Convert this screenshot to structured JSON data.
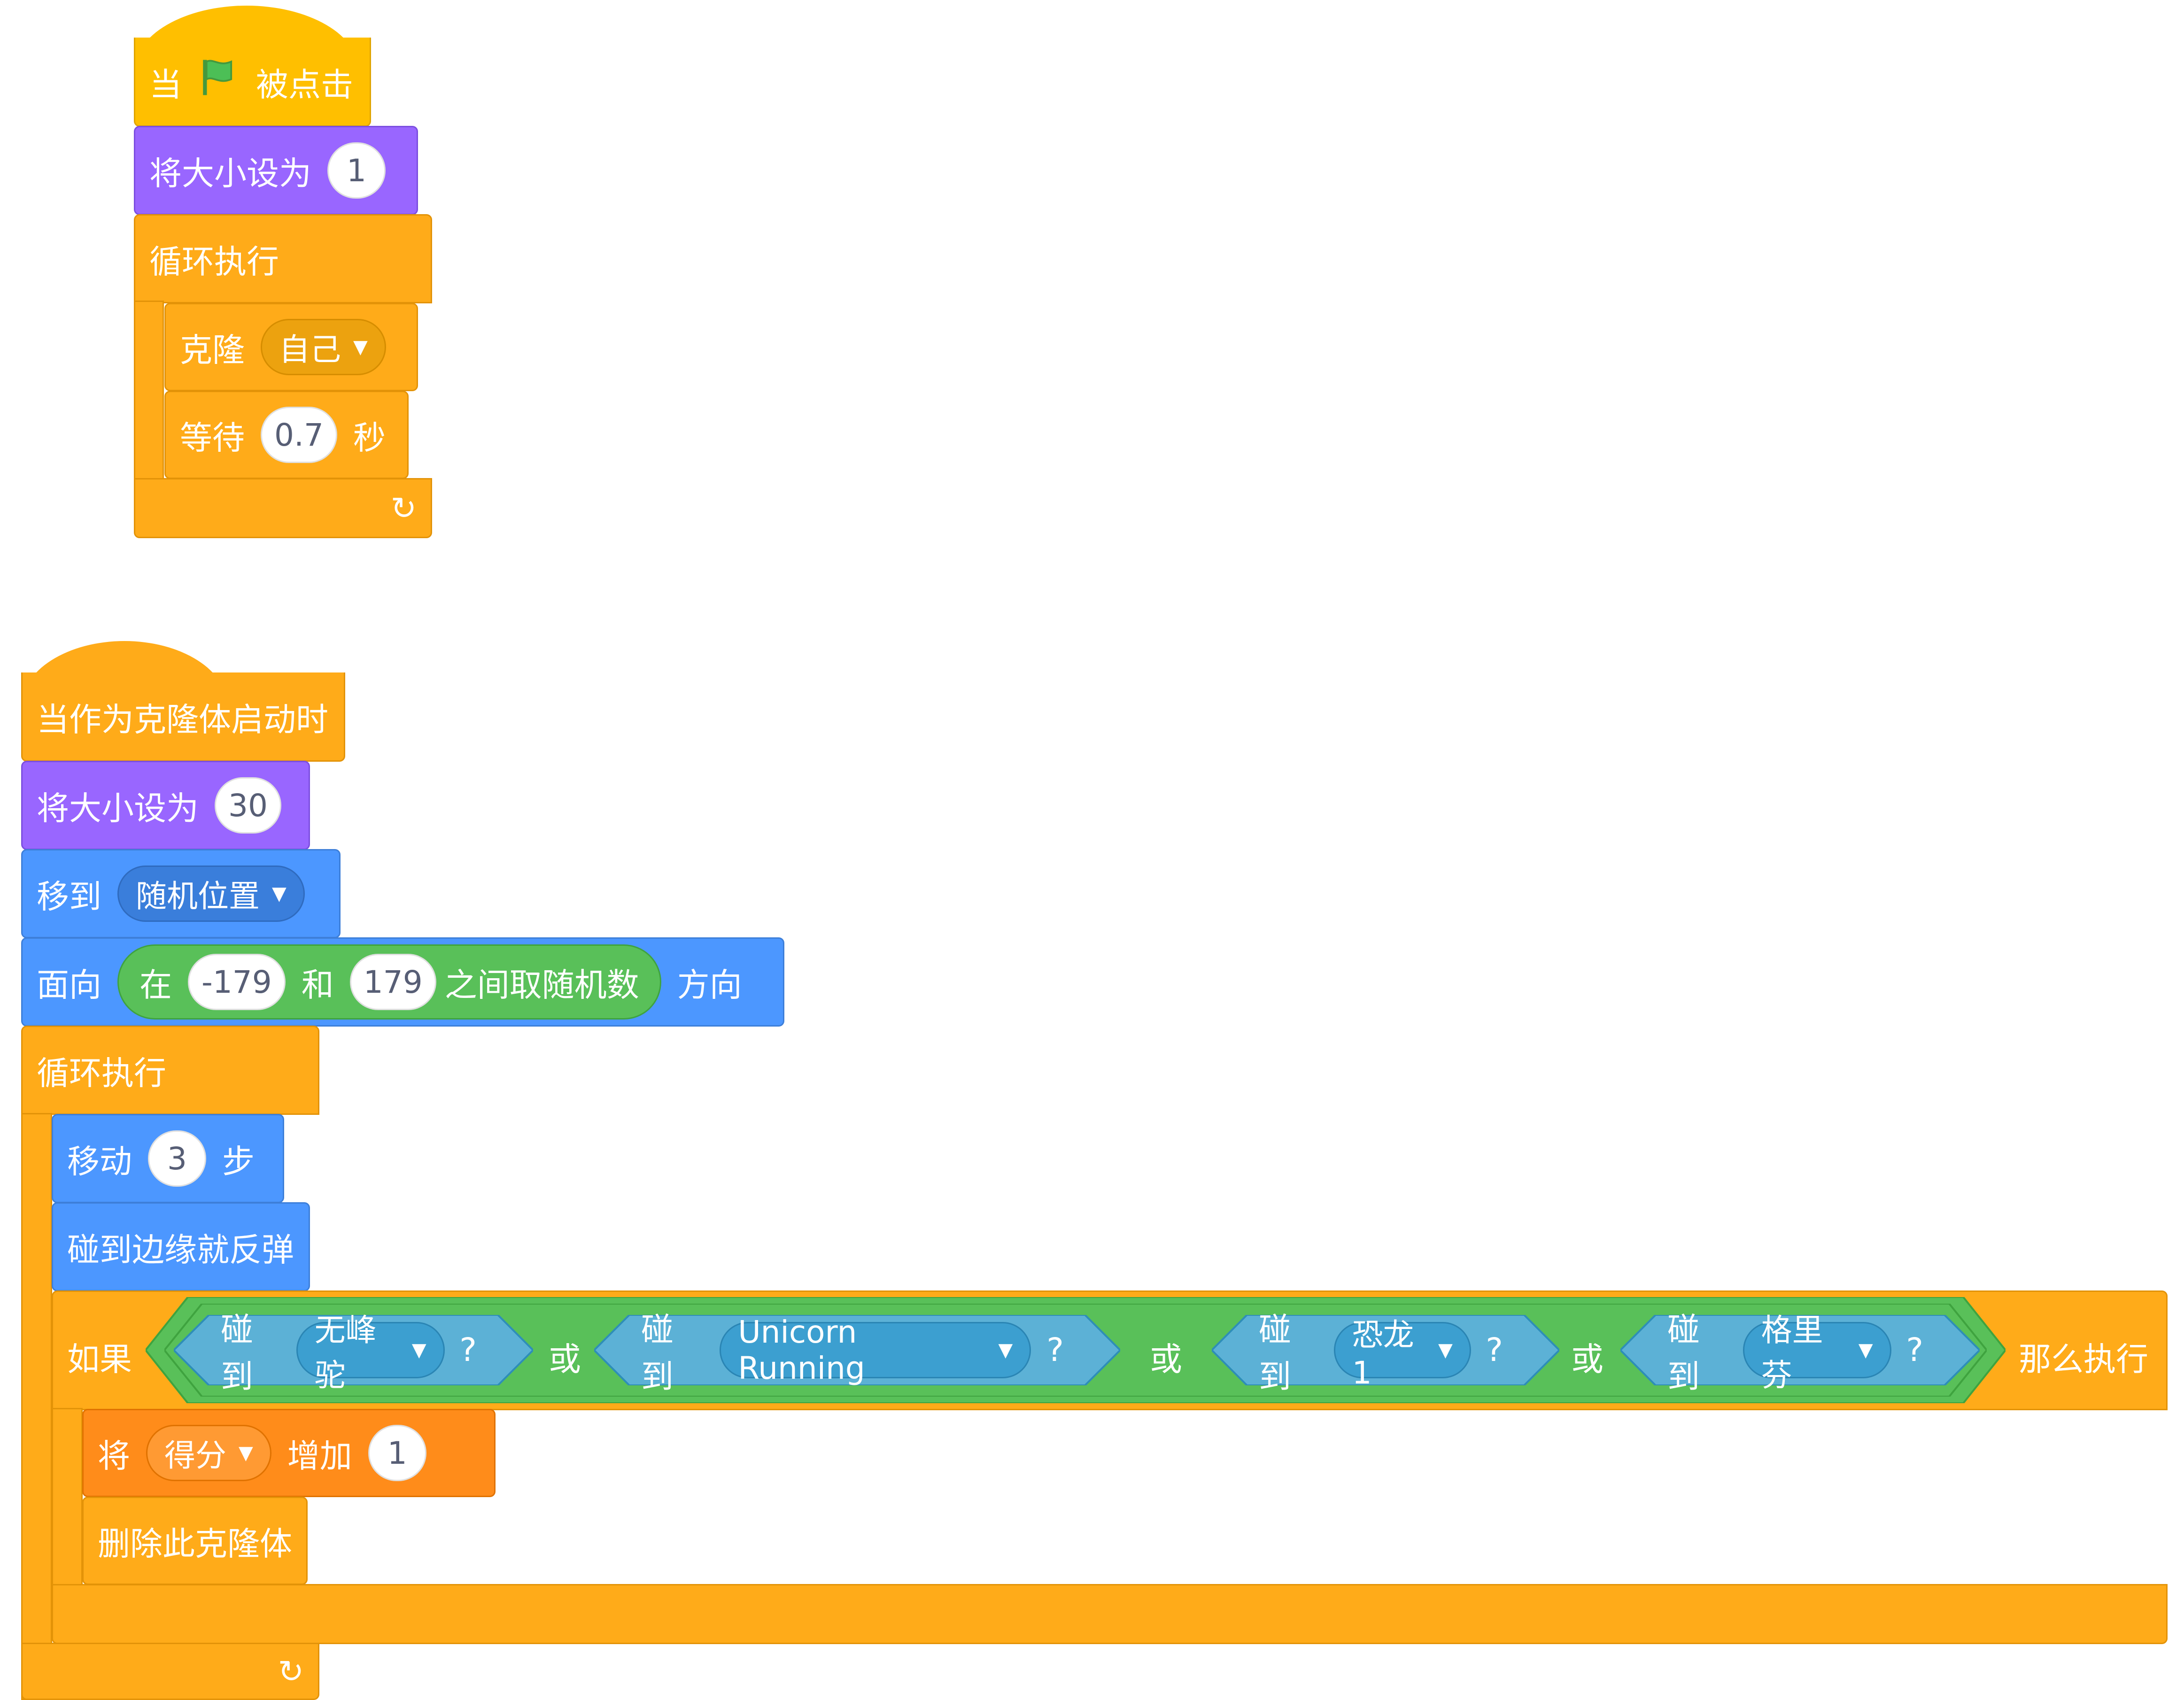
{
  "script1": {
    "hat_when": "当",
    "hat_clicked": "被点击",
    "set_size_label": "将大小设为",
    "set_size_value": "1",
    "forever_label": "循环执行",
    "clone_label": "克隆",
    "clone_target": "自己",
    "wait_label": "等待",
    "wait_value": "0.7",
    "wait_unit": "秒",
    "loop_arrow": "↻"
  },
  "script2": {
    "hat_label": "当作为克隆体启动时",
    "set_size_label": "将大小设为",
    "set_size_value": "30",
    "goto_label": "移到",
    "goto_target": "随机位置",
    "point_label": "面向",
    "random_in": "在",
    "random_from": "-179",
    "random_and": "和",
    "random_to": "179",
    "random_suffix": "之间取随机数",
    "point_suffix": "方向",
    "forever_label": "循环执行",
    "move_label": "移动",
    "move_value": "3",
    "move_unit": "步",
    "bounce_label": "碰到边缘就反弹",
    "if_label": "如果",
    "then_label": "那么执行",
    "or_label": "或",
    "touching_label": "碰到",
    "question": "?",
    "touch_targets": [
      "无峰驼",
      "Unicorn Running",
      "恐龙1",
      "格里芬"
    ],
    "change_label": "将",
    "change_var": "得分",
    "change_by": "增加",
    "change_value": "1",
    "delete_label": "删除此克隆体",
    "loop_arrow": "↻"
  },
  "colors": {
    "events": "#ffbf00",
    "looks": "#9966ff",
    "control": "#ffab19",
    "motion": "#4c97ff",
    "operators": "#59c059",
    "sensing": "#5cb1d6",
    "variables": "#ff8c1a"
  },
  "icons": [
    "green-flag-icon",
    "dropdown-caret-icon",
    "loop-arrow-icon"
  ]
}
